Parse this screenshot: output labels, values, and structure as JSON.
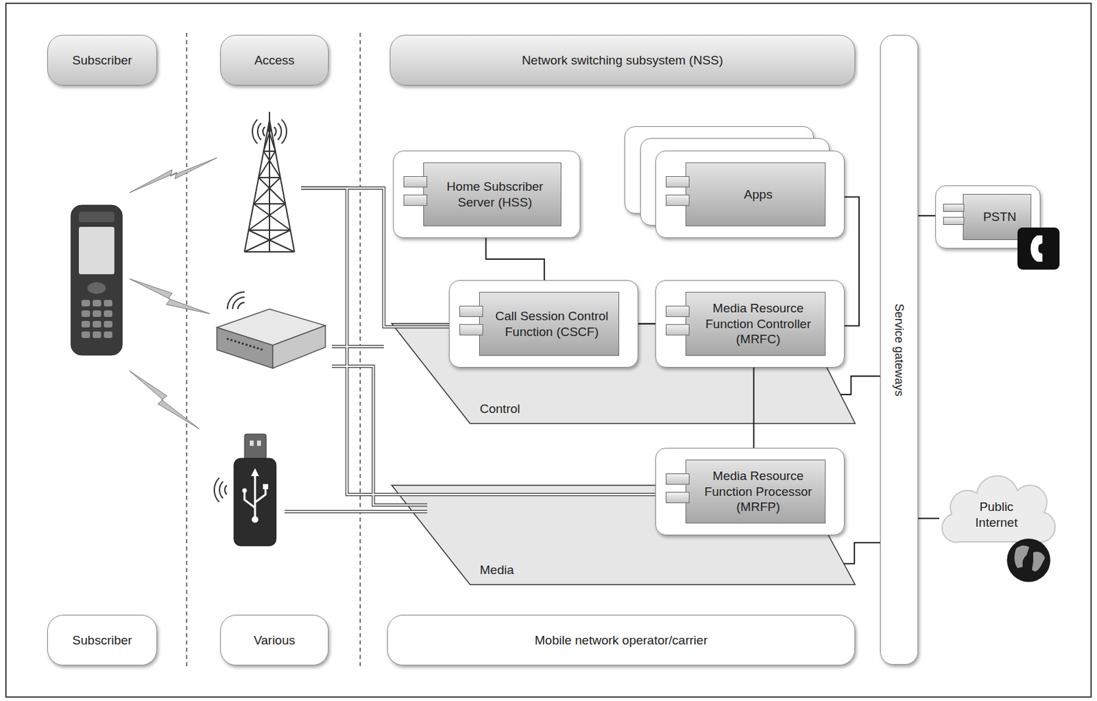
{
  "diagram": {
    "nodes": [
      {
        "text": [
          "Subscriber"
        ]
      },
      {
        "text": [
          "Access"
        ]
      },
      {
        "text": [
          "Network switching subsystem (NSS)"
        ]
      },
      {
        "text": [
          "Service gateways"
        ]
      },
      {
        "text": [
          "Home Subscriber Server (HSS)"
        ]
      },
      {
        "text": [
          "Apps"
        ]
      },
      {
        "text": [
          "PSTN"
        ]
      },
      {
        "text": [
          "Control"
        ]
      },
      {
        "text": [
          "Call Session Control Function (CSCF)"
        ]
      },
      {
        "text": [
          "Media Resource Function Controller (MRFC)"
        ]
      },
      {
        "text": [
          "Media"
        ]
      },
      {
        "text": [
          "Media Resource Function Processor (MRFP)"
        ]
      },
      {
        "text": [
          "Public Internet"
        ]
      },
      {
        "text": [
          "Subscriber"
        ]
      },
      {
        "text": [
          "Various"
        ]
      },
      {
        "text": [
          "Mobile network operator/carrier"
        ]
      }
    ],
    "edges": [
      {
        "from": 4,
        "to": 8,
        "arrow": "none"
      },
      {
        "from": 8,
        "to": 9,
        "arrow": "none"
      },
      {
        "from": 5,
        "to": 9,
        "arrow": "none"
      },
      {
        "from": 9,
        "to": 11,
        "arrow": "none"
      },
      {
        "from": 7,
        "to": 3,
        "arrow": "none"
      },
      {
        "from": 10,
        "to": 3,
        "arrow": "none"
      },
      {
        "from": 3,
        "to": 6,
        "arrow": "none"
      },
      {
        "from": 3,
        "to": 12,
        "arrow": "none"
      }
    ]
  }
}
